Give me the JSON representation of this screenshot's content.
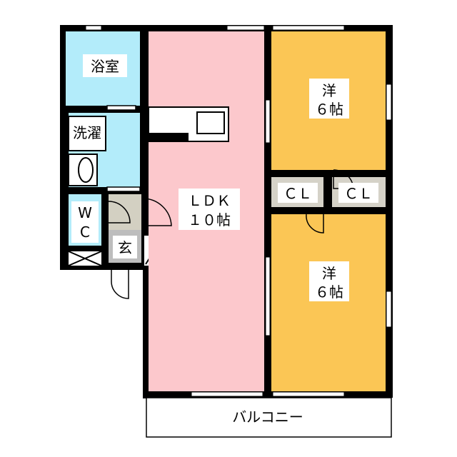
{
  "rooms": {
    "bath": "浴室",
    "laundry": "洗濯",
    "wc_1": "W",
    "wc_2": "C",
    "entrance": "玄",
    "ldk_1": "ＬＤＫ",
    "ldk_2": "１０帖",
    "western_top_1": "洋",
    "western_top_2": "６帖",
    "western_bottom_1": "洋",
    "western_bottom_2": "６帖",
    "closet_left": "ＣＬ",
    "closet_right": "ＣＬ",
    "balcony": "バルコニー"
  },
  "colors": {
    "wet": "#b3ecfa",
    "ldk": "#fcc8cc",
    "western": "#fbc655",
    "closet": "#d5d2c8",
    "entrance": "#d3d0c2",
    "entrance_floor": "#bdbdbd",
    "wall": "#000000"
  }
}
